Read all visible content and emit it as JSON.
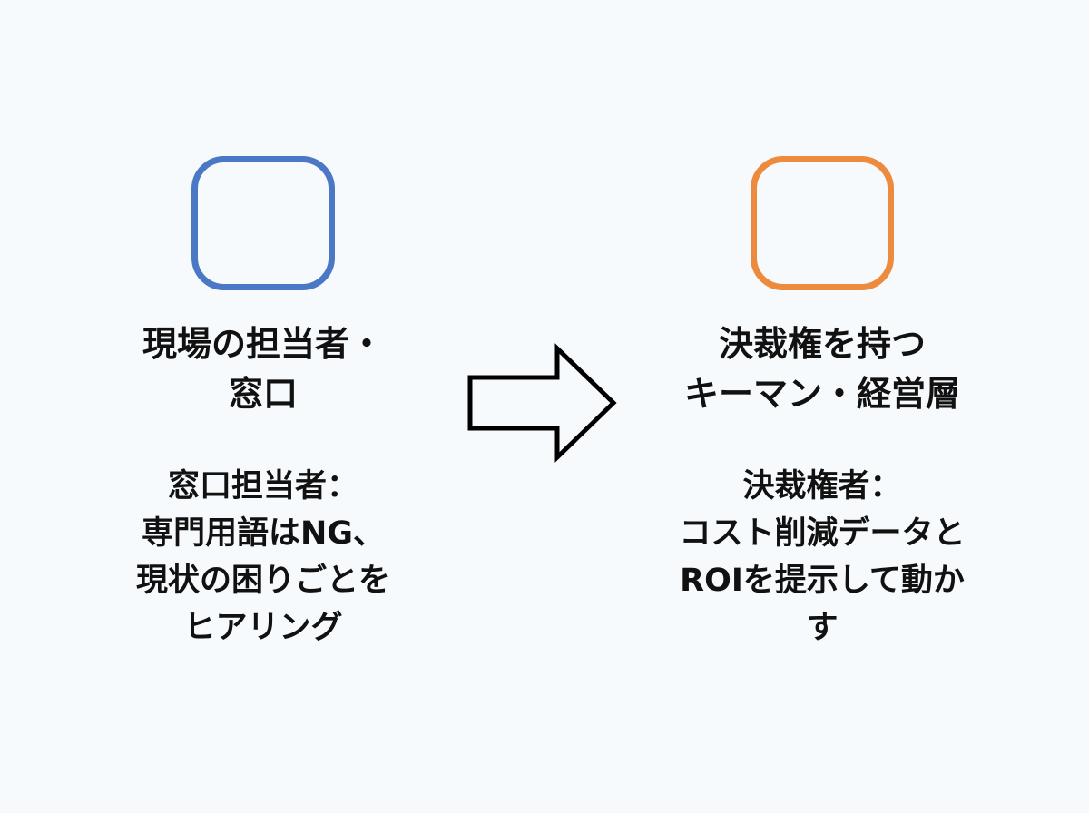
{
  "colors": {
    "left_accent": "#4a78c4",
    "right_accent": "#ec8a3e",
    "arrow_stroke": "#000000"
  },
  "left": {
    "icon": "blank-rounded-square-icon",
    "title": "現場の担当者・\n窓口",
    "description": "窓口担当者：\n専門用語はNG、\n現状の困りごとを\nヒアリング"
  },
  "arrow": {
    "icon": "right-arrow-icon"
  },
  "right": {
    "icon": "blank-rounded-square-icon",
    "title": "決裁権を持つ\nキーマン・経営層",
    "description": "決裁権者：\nコスト削減データと\nROIを提示して動か\nす"
  }
}
